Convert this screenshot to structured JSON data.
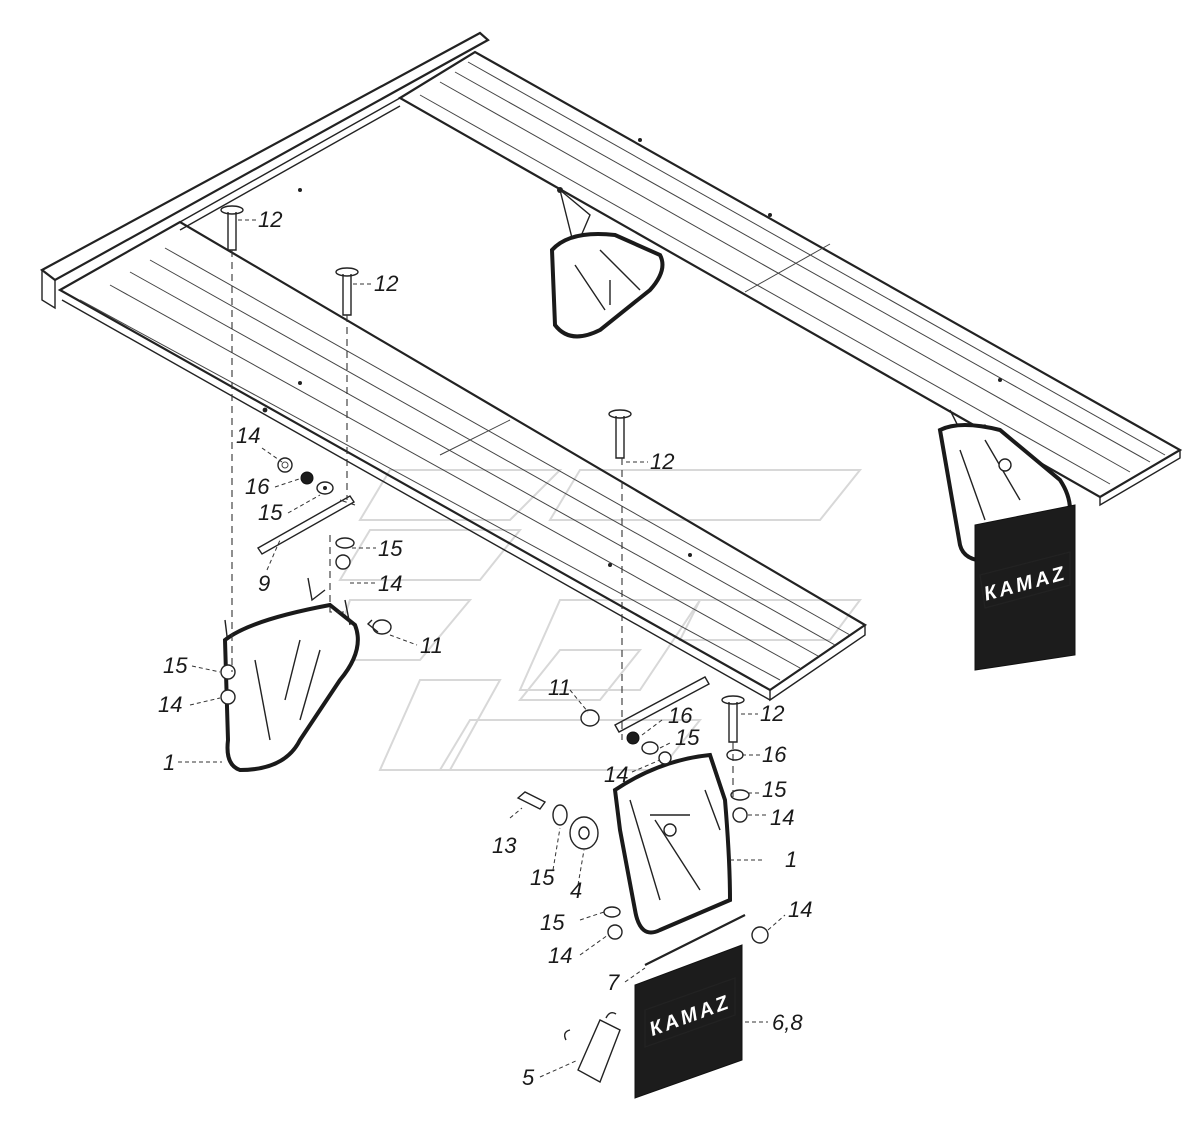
{
  "diagram": {
    "callouts": {
      "c12_a": "12",
      "c12_b": "12",
      "c12_c": "12",
      "c12_d": "12",
      "c14_a": "14",
      "c16_a": "16",
      "c15_a": "15",
      "c9": "9",
      "c15_b": "15",
      "c14_b": "14",
      "c11_a": "11",
      "c15_c": "15",
      "c14_c": "14",
      "c1_a": "1",
      "c11_b": "11",
      "c16_b": "16",
      "c15_d": "15",
      "c14_d": "14",
      "c16_c": "16",
      "c15_e": "15",
      "c14_e": "14",
      "c13": "13",
      "c15_f": "15",
      "c4": "4",
      "c1_b": "1",
      "c15_g": "15",
      "c14_f": "14",
      "c14_g": "14",
      "c7": "7",
      "c68": "6,8",
      "c5": "5"
    },
    "logo_text": "КАМАZ"
  }
}
